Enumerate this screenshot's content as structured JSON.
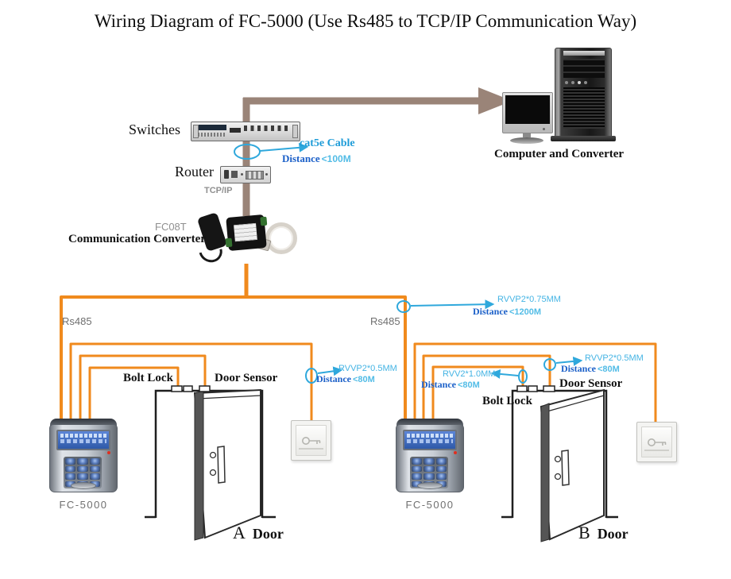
{
  "title": "Wiring Diagram of FC-5000 (Use Rs485 to TCP/IP Communication Way)",
  "colors": {
    "wire_orange": "#F08A1D",
    "tcp_cable_taupe": "#9A8478",
    "cable_label_cyan": "#45B4E4",
    "distance_word_blue": "#1A5FC8",
    "cat5e_blue": "#1E9CD8"
  },
  "network": {
    "switches_label": "Switches",
    "router_label": "Router",
    "tcpip_label": "TCP/IP",
    "converter_model": "FC08T",
    "converter_label": "Communication Converter",
    "computer_label": "Computer and Converter"
  },
  "cables": {
    "cat5e": {
      "name": "cat5e Cable",
      "distance_word": "Distance",
      "distance_value": "<100M"
    },
    "trunk": {
      "name": "RVVP2*0.75MM",
      "distance_word": "Distance",
      "distance_value": "<1200M"
    },
    "exit_a": {
      "name": "RVVP2*0.5MM",
      "distance_word": "Distance",
      "distance_value": "<80M"
    },
    "sensor_b": {
      "name": "RVVP2*0.5MM",
      "distance_word": "Distance",
      "distance_value": "<80M"
    },
    "bolt_b": {
      "name": "RVV2*1.0MM",
      "distance_word": "Distance",
      "distance_value": "<80M"
    },
    "rs485_left": "Rs485",
    "rs485_right": "Rs485"
  },
  "door_a": {
    "bolt_lock_label": "Bolt Lock",
    "door_sensor_label": "Door Sensor",
    "device_label": "FC-5000",
    "door_letter": "A",
    "door_word": "Door"
  },
  "door_b": {
    "bolt_lock_label": "Bolt Lock",
    "door_sensor_label": "Door Sensor",
    "device_label": "FC-5000",
    "door_letter": "B",
    "door_word": "Door"
  }
}
